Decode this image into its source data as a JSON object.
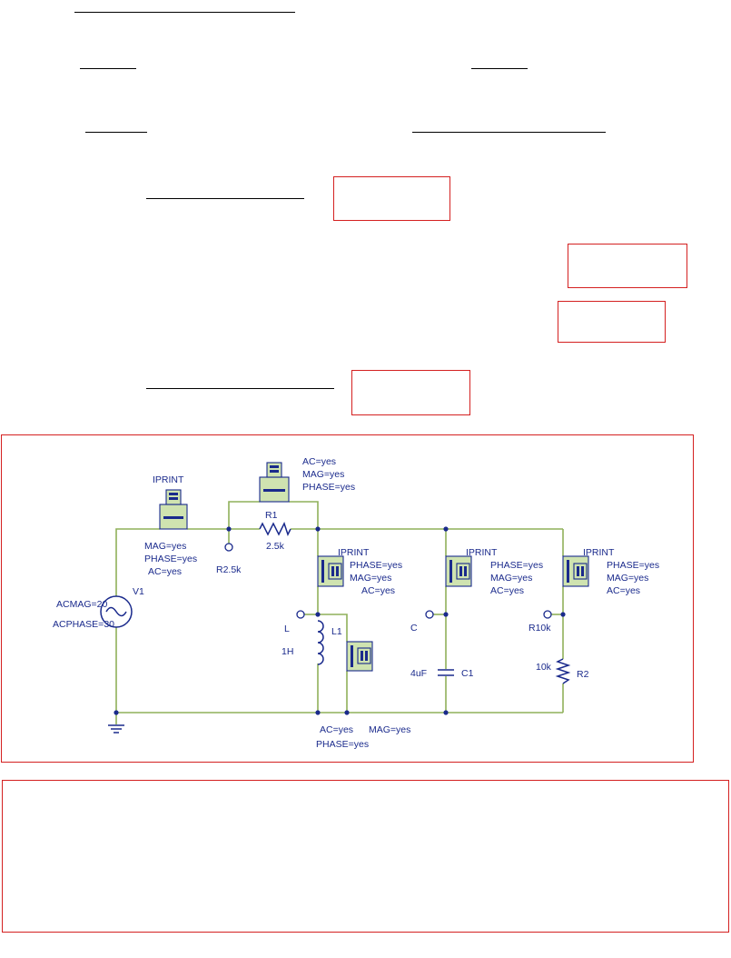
{
  "colors": {
    "frame": "#d42020",
    "wire": "#8fb05a",
    "part": "#1a2a8c",
    "text": "#1a2a8c"
  },
  "source": {
    "name": "V1",
    "acmag": "ACMAG=20",
    "acphase": "ACPHASE=30"
  },
  "resistor1": {
    "name": "R1",
    "value": "2.5k",
    "test_point": "R2.5k"
  },
  "inductor": {
    "name": "L1",
    "value": "1H",
    "test_point": "L"
  },
  "capacitor": {
    "name": "C1",
    "value": "4uF",
    "test_point": "C"
  },
  "resistor2": {
    "name": "R2",
    "value": "10k",
    "test_point": "R10k"
  },
  "probes": {
    "main": {
      "name": "IPRINT",
      "l1": "MAG=yes",
      "l2": "PHASE=yes",
      "l3": "AC=yes"
    },
    "r1": {
      "l1": "AC=yes",
      "l2": "MAG=yes",
      "l3": "PHASE=yes"
    },
    "l": {
      "name": "IPRINT",
      "l1": "PHASE=yes",
      "l2": "MAG=yes",
      "l3": "AC=yes"
    },
    "c": {
      "name": "IPRINT",
      "l1": "PHASE=yes",
      "l2": "MAG=yes",
      "l3": "AC=yes"
    },
    "r2": {
      "name": "IPRINT",
      "l1": "PHASE=yes",
      "l2": "MAG=yes",
      "l3": "AC=yes"
    },
    "l1": {
      "l1": "AC=yes",
      "l2": "MAG=yes",
      "l3": "PHASE=yes"
    }
  }
}
